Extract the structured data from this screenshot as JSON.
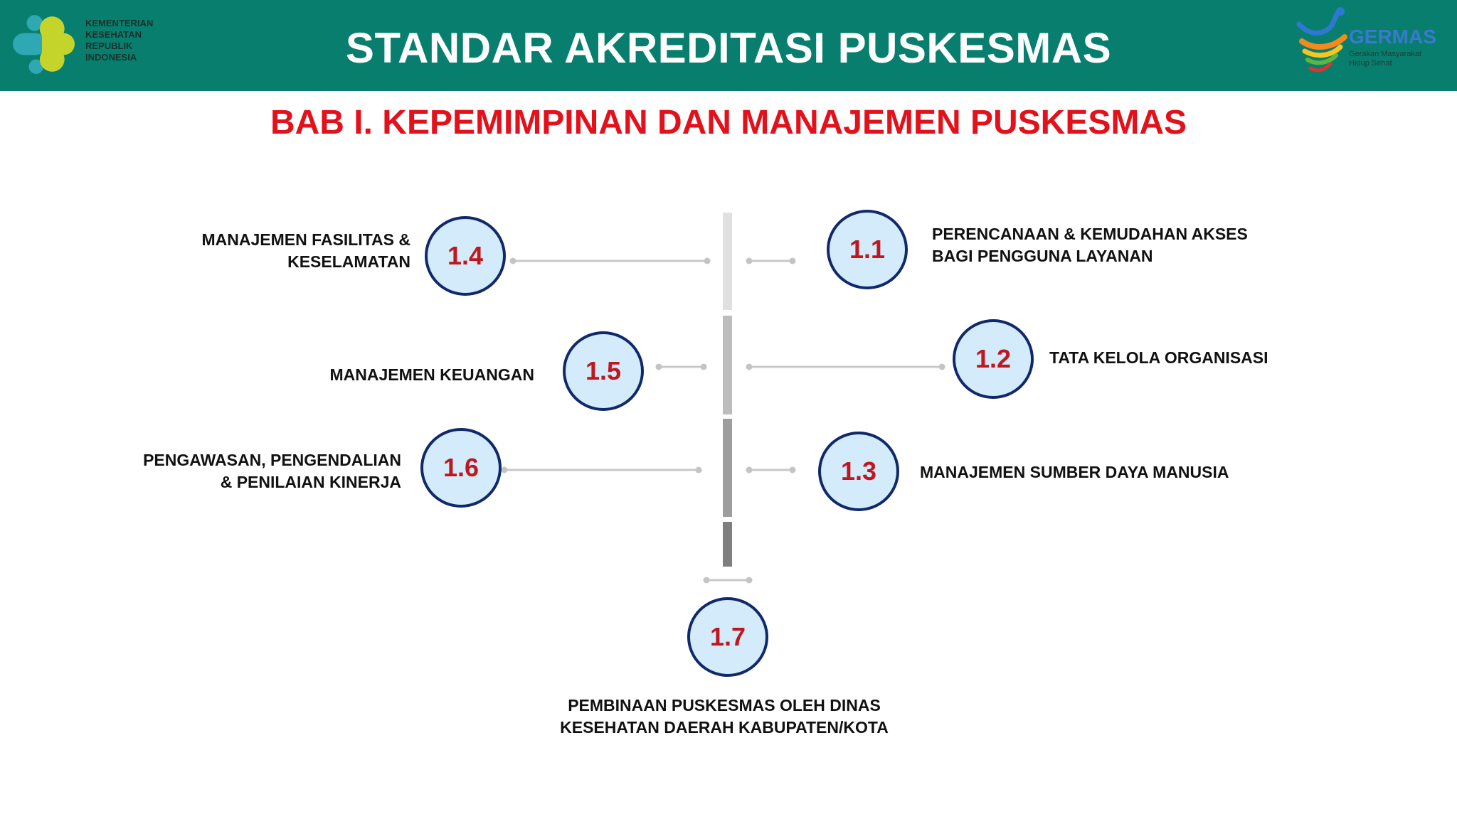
{
  "header": {
    "title": "STANDAR AKREDITASI PUSKESMAS",
    "kemenkes_logo": {
      "icon": "kemenkes-logo-icon",
      "lines": [
        "KEMENTERIAN",
        "KESEHATAN",
        "REPUBLIK",
        "INDONESIA"
      ]
    },
    "germas_logo": {
      "icon": "germas-logo-icon",
      "name": "GERMAS",
      "tagline_lines": [
        "Gerakan Masyarakat",
        "Hidup Sehat"
      ]
    }
  },
  "subtitle": "BAB I. KEPEMIMPINAN DAN MANAJEMEN PUSKESMAS",
  "colors": {
    "header-bg": "#087f6e",
    "subtitle": "#e2111b",
    "node-number": "#c0171e",
    "node-fill": "#d3ebfb",
    "node-border": "#10296b",
    "label": "#111111"
  },
  "nodes": [
    {
      "number": "1.1",
      "label_lines": [
        "PERENCANAAN & KEMUDAHAN AKSES",
        "BAGI PENGGUNA LAYANAN"
      ]
    },
    {
      "number": "1.2",
      "label_lines": [
        "TATA KELOLA ORGANISASI"
      ]
    },
    {
      "number": "1.3",
      "label_lines": [
        "MANAJEMEN SUMBER DAYA MANUSIA"
      ]
    },
    {
      "number": "1.4",
      "label_lines": [
        "MANAJEMEN FASILITAS &",
        "KESELAMATAN"
      ]
    },
    {
      "number": "1.5",
      "label_lines": [
        "MANAJEMEN KEUANGAN"
      ]
    },
    {
      "number": "1.6",
      "label_lines": [
        "PENGAWASAN, PENGENDALIAN",
        "& PENILAIAN KINERJA"
      ]
    },
    {
      "number": "1.7",
      "label_lines": [
        "PEMBINAAN PUSKESMAS OLEH DINAS",
        "KESEHATAN DAERAH KABUPATEN/KOTA"
      ]
    }
  ]
}
